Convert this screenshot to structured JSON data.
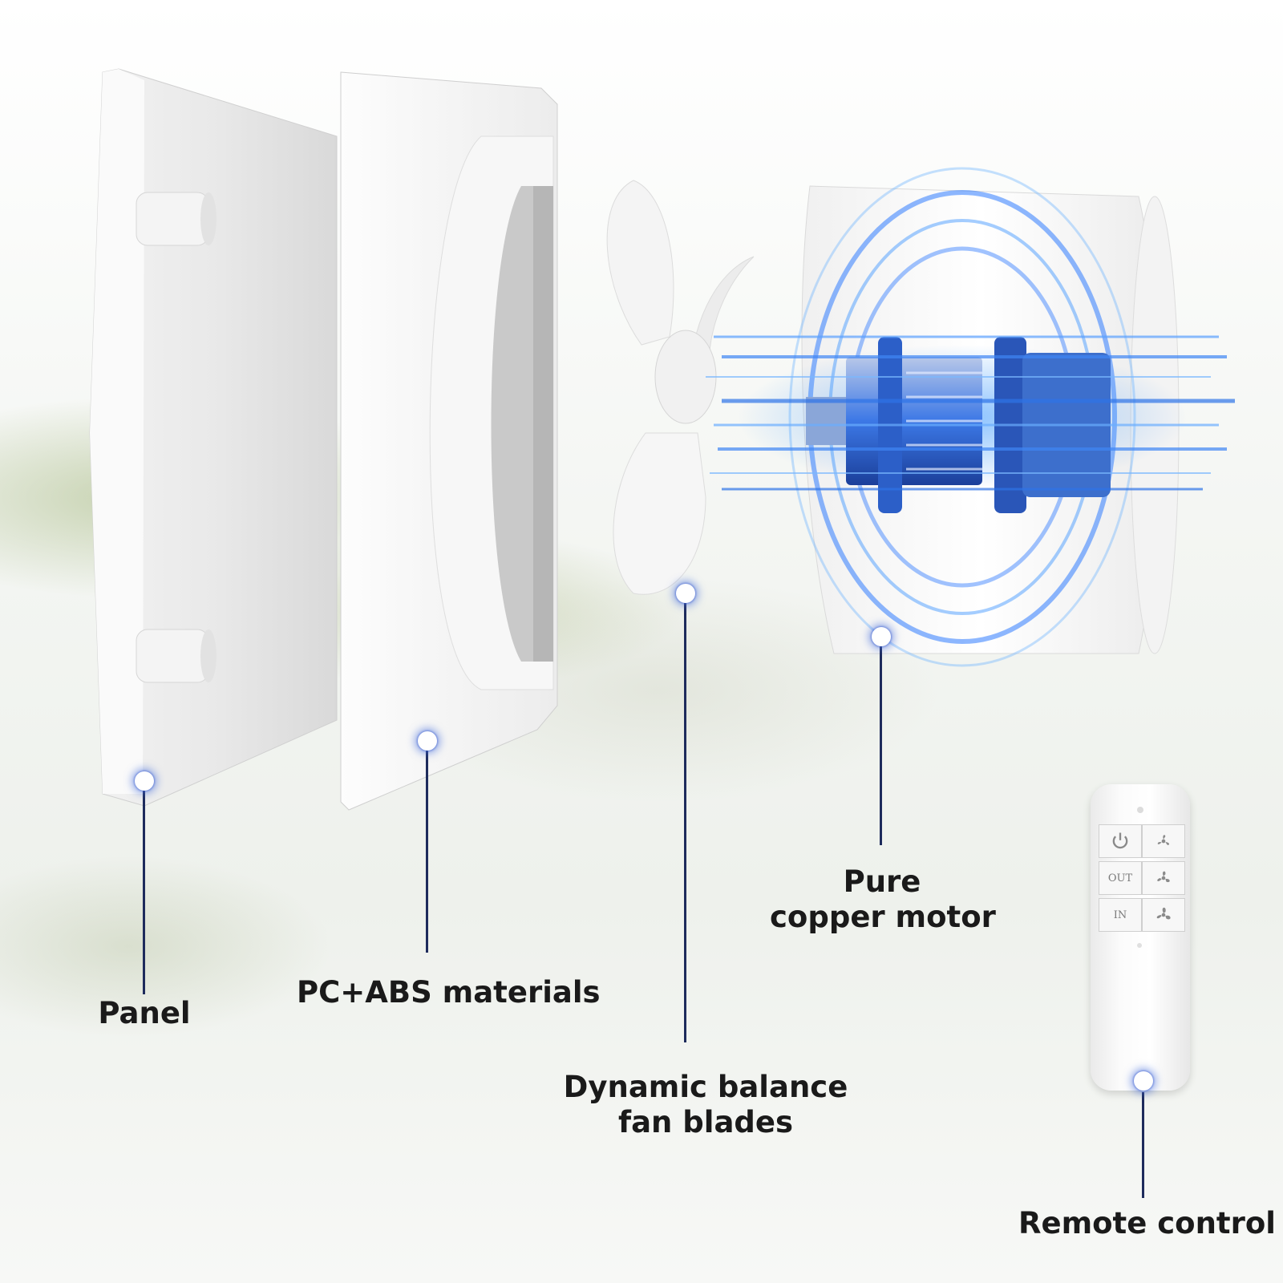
{
  "labels": {
    "panel": "Panel",
    "materials": "PC+ABS materials",
    "blades_line1": "Dynamic balance",
    "blades_line2": "fan blades",
    "motor_line1": "Pure",
    "motor_line2": "copper motor",
    "remote": "Remote control"
  },
  "remote_buttons": {
    "out": "OUT",
    "in": "IN"
  },
  "colors": {
    "callout_line": "#1e2b5c",
    "glow": "#2f7bff"
  }
}
